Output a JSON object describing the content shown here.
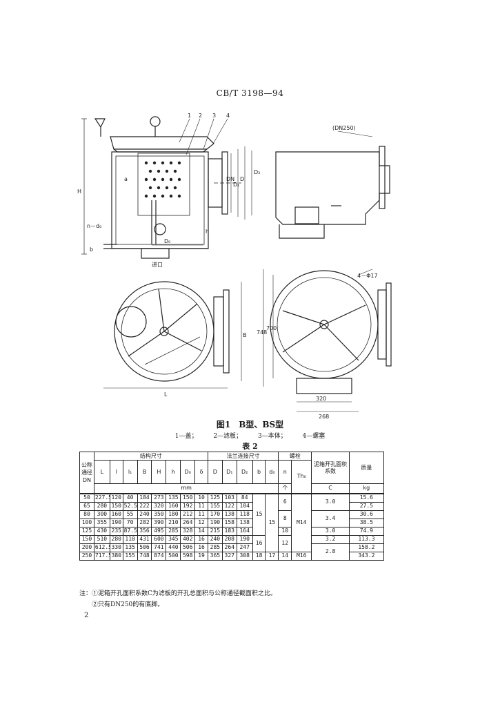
{
  "header": {
    "code": "CB/T 3198—94"
  },
  "figure": {
    "labels": {
      "parts_top": [
        "1",
        "2",
        "3",
        "4"
      ],
      "dn250": "(DN250)",
      "H": "H",
      "a": "a",
      "nd0": "n－d₀",
      "b": "b",
      "h": "h",
      "D0": "D₀",
      "inlet": "进口",
      "DN": "DN",
      "D1": "D₁",
      "D": "D",
      "D2": "D₂",
      "bolt": "4－Φ17",
      "B": "B",
      "dim748": "748",
      "dim700": "700",
      "L": "L",
      "dim320": "320",
      "dim268": "268"
    }
  },
  "caption": "图1　B型、BS型",
  "legend": [
    "1—盖；",
    "2—滤板；",
    "3—本体；",
    "4—螺塞"
  ],
  "table": {
    "title": "表 2",
    "head": {
      "dn": "公称通径DN",
      "struct": "结构尺寸",
      "flange": "法兰连接尺寸",
      "bolt": "螺栓",
      "coef": "泥箱开孔面积系数",
      "mass": "质量",
      "struct_cols": [
        "L",
        "l",
        "l₁",
        "B",
        "H",
        "h",
        "D₀",
        "δ"
      ],
      "flange_cols": [
        "D",
        "D₁",
        "D₂",
        "b",
        "d₀"
      ],
      "bolt_cols": [
        "n",
        "Th₀"
      ],
      "coef_col": "C",
      "mass_unit": "kg",
      "unit": "mm",
      "n_unit": "个"
    },
    "rows": [
      [
        "50",
        "227.5",
        "120",
        "40",
        "184",
        "273",
        "135",
        "150",
        "10",
        "125",
        "103",
        "84"
      ],
      [
        "65",
        "280",
        "150",
        "52.5",
        "222",
        "320",
        "160",
        "192",
        "11",
        "155",
        "122",
        "104"
      ],
      [
        "80",
        "300",
        "160",
        "55",
        "240",
        "350",
        "180",
        "212",
        "11",
        "170",
        "138",
        "118"
      ],
      [
        "100",
        "355",
        "190",
        "70",
        "282",
        "390",
        "210",
        "264",
        "12",
        "190",
        "158",
        "138"
      ],
      [
        "125",
        "430",
        "235",
        "87.5",
        "356",
        "495",
        "285",
        "328",
        "14",
        "215",
        "183",
        "164"
      ],
      [
        "150",
        "510",
        "280",
        "110",
        "431",
        "600",
        "345",
        "402",
        "16",
        "240",
        "208",
        "190"
      ],
      [
        "200",
        "612.5",
        "330",
        "135",
        "506",
        "741",
        "440",
        "506",
        "16",
        "285",
        "264",
        "247"
      ],
      [
        "250",
        "717.5",
        "380",
        "155",
        "748",
        "874",
        "500",
        "598",
        "19",
        "365",
        "327",
        "308"
      ]
    ],
    "b_vals": [
      "15",
      "16",
      "18"
    ],
    "d0_vals": [
      "15",
      "17"
    ],
    "n_vals": [
      "6",
      "8",
      "10",
      "12",
      "14"
    ],
    "th_vals": [
      "M14",
      "M16"
    ],
    "c_vals": [
      "3.0",
      "3.4",
      "3.0",
      "3.2",
      "2.8"
    ],
    "mass_vals": [
      "15.6",
      "27.5",
      "30.6",
      "38.5",
      "74.9",
      "113.3",
      "158.2",
      "343.2"
    ]
  },
  "notes": [
    "注：①泥箱开孔面积系数C为滤板的开孔总面积与公称通径截面积之比。",
    "②只有DN250的有底脚。"
  ],
  "page_number": "2"
}
